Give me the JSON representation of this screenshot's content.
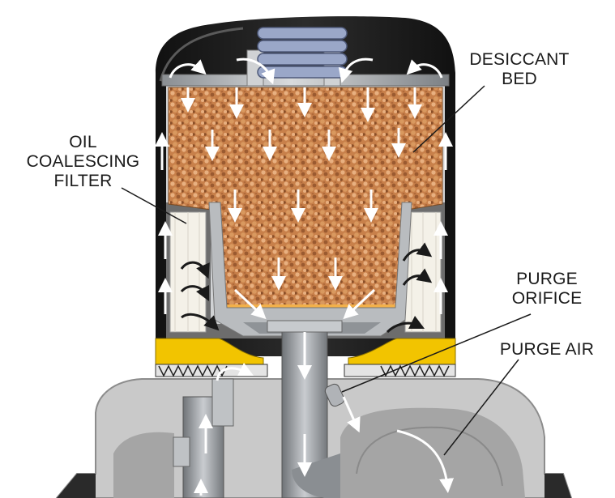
{
  "labels": {
    "desiccant_bed": [
      "DESICCANT",
      "BED"
    ],
    "oil_coalescing_filter": [
      "OIL",
      "COALESCING",
      "FILTER"
    ],
    "purge_orifice": [
      "PURGE",
      "ORIFICE"
    ],
    "purge_air": [
      "PURGE AIR"
    ]
  },
  "colors": {
    "housing": "#1e1e1e",
    "housing_highlight": "#5a5a5a",
    "desiccant": "#c8804a",
    "desiccant_dark": "#9a5a30",
    "desiccant_light": "#e8b080",
    "seal": "#f2c400",
    "metal": "#b9bcbf",
    "metal_dark": "#808488",
    "spring": "#9aa7c8",
    "filter_media": "#f4f1e8",
    "base": "#c9c9c9",
    "cavity": "#a5a5a5",
    "arrow": "#ffffff",
    "leader_line": "#1a1a1a"
  }
}
